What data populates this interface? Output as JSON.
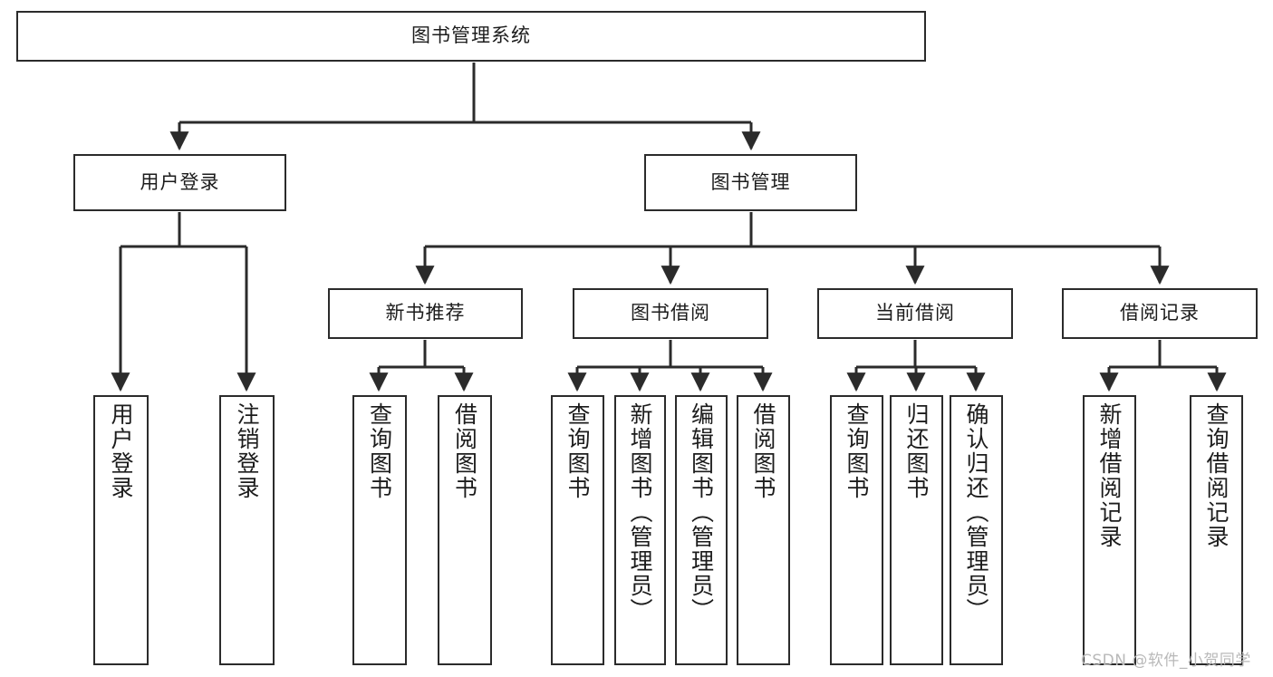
{
  "diagram": {
    "title": "图书管理系统",
    "type": "tree-hierarchy",
    "watermark": "CSDN @软件_小贺同学",
    "colors": {
      "background": "#ffffff",
      "box_border": "#2b2b2b",
      "box_fill": "#ffffff",
      "text": "#1c1c1c",
      "edge": "#2b2b2b",
      "watermark": "#b9b9b9"
    }
  },
  "nodes": {
    "root": {
      "label": "图书管理系统"
    },
    "level2": [
      {
        "id": "user-login",
        "label": "用户登录"
      },
      {
        "id": "book-manage",
        "label": "图书管理"
      }
    ],
    "level3": [
      {
        "id": "new-book-rec",
        "label": "新书推荐"
      },
      {
        "id": "book-borrow",
        "label": "图书借阅"
      },
      {
        "id": "current-borrow",
        "label": "当前借阅"
      },
      {
        "id": "borrow-record",
        "label": "借阅记录"
      }
    ],
    "leaves": {
      "user-login": [
        {
          "id": "leaf-user-login",
          "label": "用户登录"
        },
        {
          "id": "leaf-logout-login",
          "label": "注销登录"
        }
      ],
      "new-book-rec": [
        {
          "id": "leaf-query-book-1",
          "label": "查询图书"
        },
        {
          "id": "leaf-borrow-book-1",
          "label": "借阅图书"
        }
      ],
      "book-borrow": [
        {
          "id": "leaf-query-book-2",
          "label": "查询图书"
        },
        {
          "id": "leaf-add-book",
          "label": "新增图书（管理员）"
        },
        {
          "id": "leaf-edit-book",
          "label": "编辑图书（管理员）"
        },
        {
          "id": "leaf-borrow-book-2",
          "label": "借阅图书"
        }
      ],
      "current-borrow": [
        {
          "id": "leaf-query-book-3",
          "label": "查询图书"
        },
        {
          "id": "leaf-return-book",
          "label": "归还图书"
        },
        {
          "id": "leaf-confirm-return",
          "label": "确认归还（管理员）"
        }
      ],
      "borrow-record": [
        {
          "id": "leaf-add-record",
          "label": "新增借阅记录"
        },
        {
          "id": "leaf-query-record",
          "label": "查询借阅记录"
        }
      ]
    }
  },
  "chart_data": {
    "type": "table",
    "title": "图书管理系统",
    "hierarchy": [
      {
        "label": "图书管理系统",
        "children": [
          {
            "label": "用户登录",
            "children": [
              {
                "label": "用户登录"
              },
              {
                "label": "注销登录"
              }
            ]
          },
          {
            "label": "图书管理",
            "children": [
              {
                "label": "新书推荐",
                "children": [
                  {
                    "label": "查询图书"
                  },
                  {
                    "label": "借阅图书"
                  }
                ]
              },
              {
                "label": "图书借阅",
                "children": [
                  {
                    "label": "查询图书"
                  },
                  {
                    "label": "新增图书（管理员）"
                  },
                  {
                    "label": "编辑图书（管理员）"
                  },
                  {
                    "label": "借阅图书"
                  }
                ]
              },
              {
                "label": "当前借阅",
                "children": [
                  {
                    "label": "查询图书"
                  },
                  {
                    "label": "归还图书"
                  },
                  {
                    "label": "确认归还（管理员）"
                  }
                ]
              },
              {
                "label": "借阅记录",
                "children": [
                  {
                    "label": "新增借阅记录"
                  },
                  {
                    "label": "查询借阅记录"
                  }
                ]
              }
            ]
          }
        ]
      }
    ]
  }
}
